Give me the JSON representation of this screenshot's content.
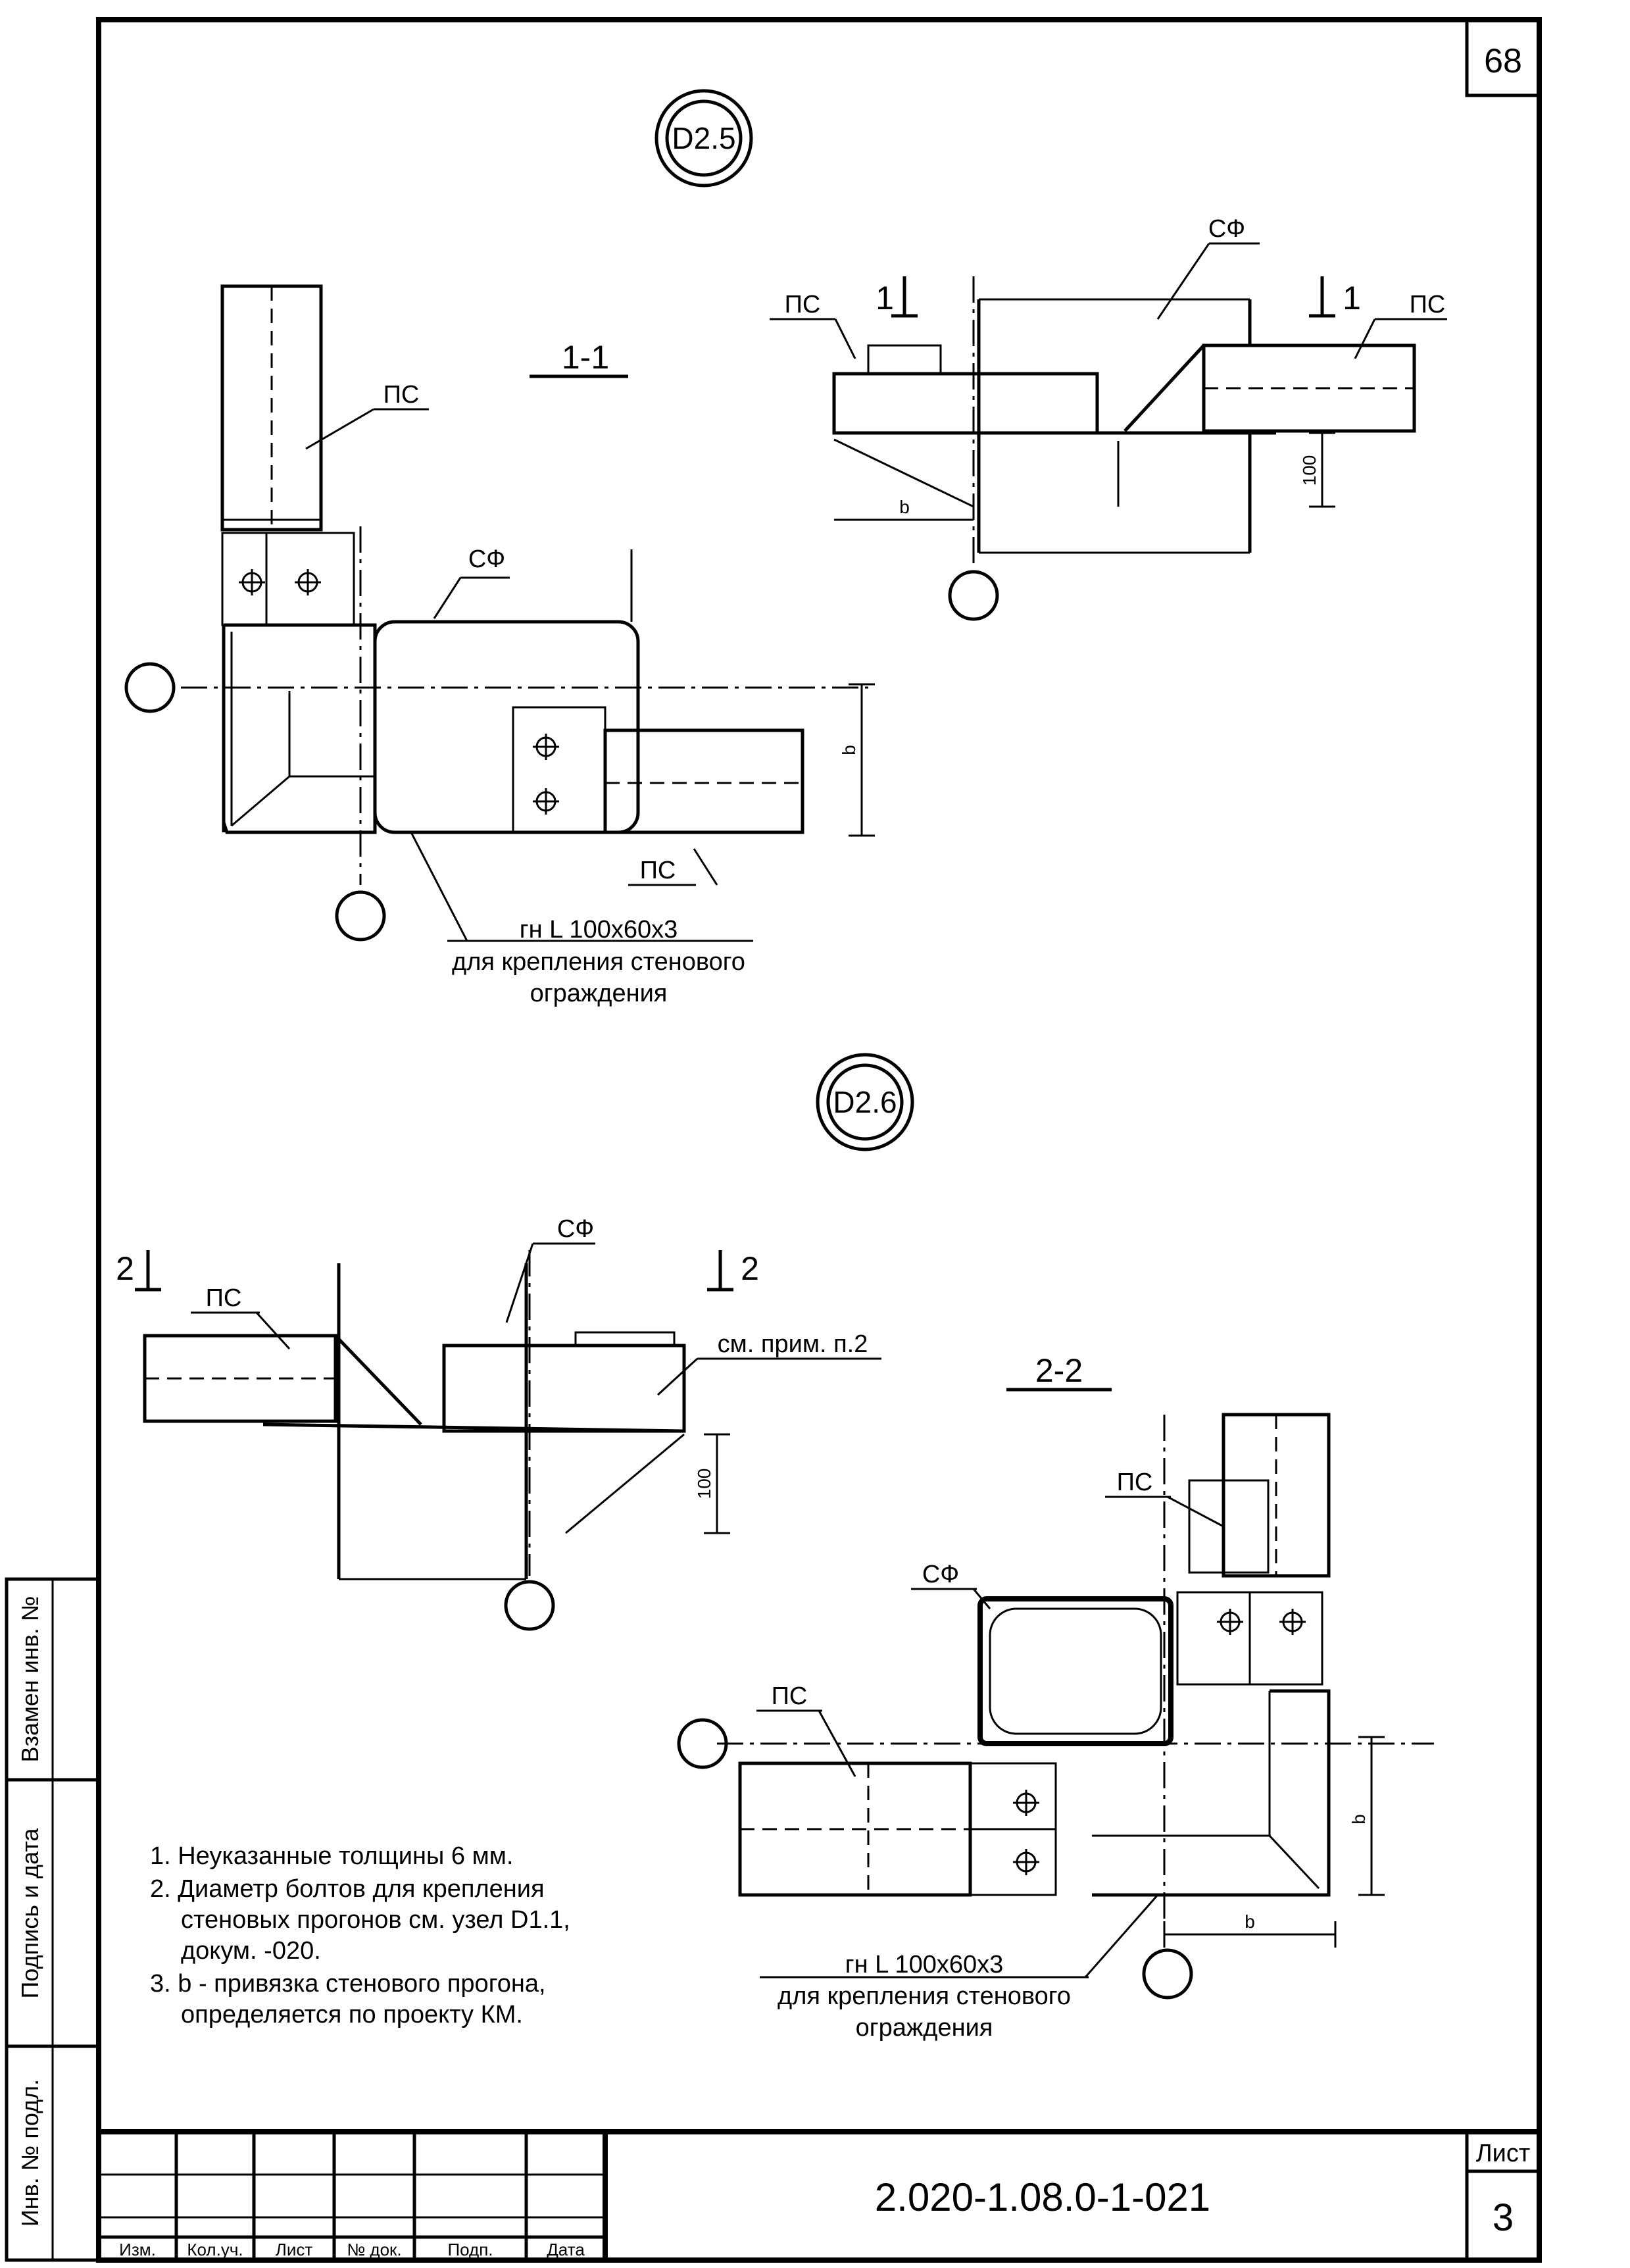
{
  "sheet": {
    "page_number": "68",
    "sheet_label": "Лист",
    "sheet_number": "3",
    "document_code": "2.020-1.08.0-1-021"
  },
  "nodes": {
    "d25": {
      "mark": "D2.5"
    },
    "d26": {
      "mark": "D2.6"
    }
  },
  "labels": {
    "ps": "ПС",
    "sf": "СФ",
    "section_1_1": "1-1",
    "section_2_2": "2-2",
    "cut_1": "1",
    "cut_2": "2",
    "dim_b": "b",
    "dim_100": "100",
    "see_note_2": "см. прим. п.2",
    "angle_line1": "гн L 100х60х3",
    "angle_line2": "для крепления стенового",
    "angle_line3": "ограждения"
  },
  "notes": [
    "1. Неуказанные толщины 6 мм.",
    "2. Диаметр  болтов  для  крепления",
    "стеновых прогонов см. узел D1.1,",
    "докум. -020.",
    "3. b - привязка стенового прогона,",
    "определяется по проекту КМ."
  ],
  "side_stamp": {
    "replaced_inv": "Взамен инв. №",
    "sign_date": "Подпись и дата",
    "inv_orig": "Инв. № подл."
  },
  "title_block": {
    "columns": [
      "Изм.",
      "Кол.уч.",
      "Лист",
      "№ док.",
      "Подп.",
      "Дата"
    ]
  }
}
